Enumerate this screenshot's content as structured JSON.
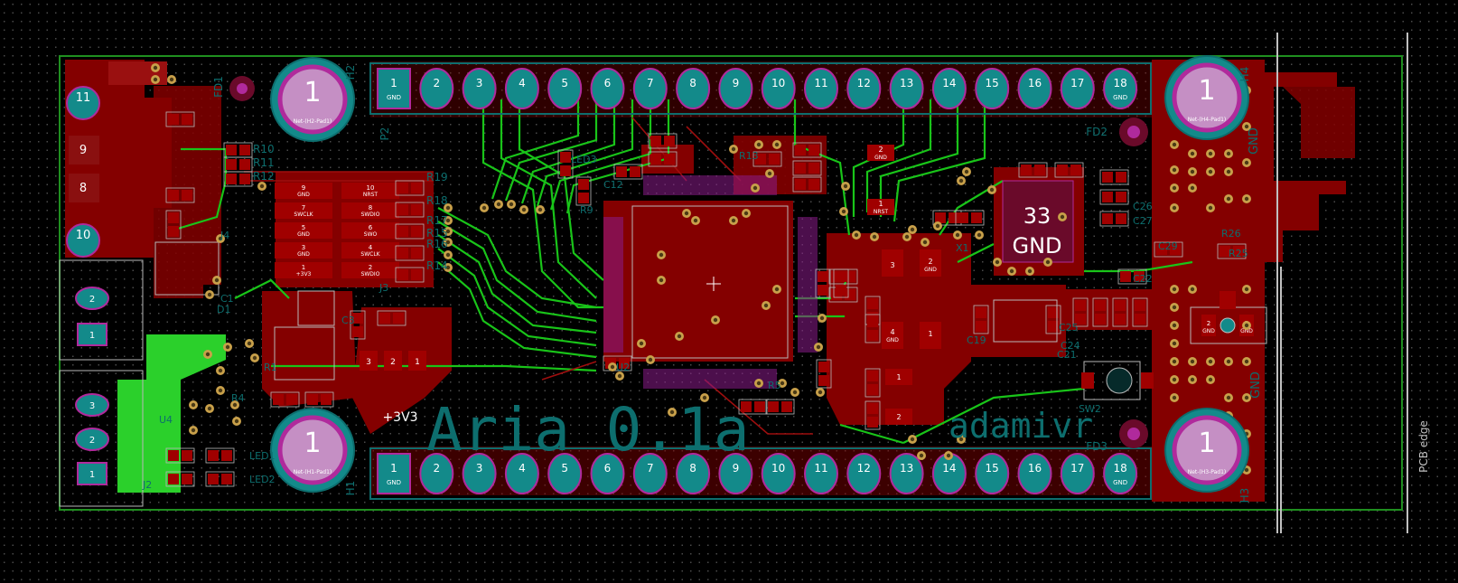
{
  "colors": {
    "background": "#000000",
    "board_outline": "#1f8f1f",
    "copper_top": "#840000",
    "copper_top_light": "#a00000",
    "copper_bottom_trace": "#19c419",
    "bottom_fill": "#2bd02b",
    "silkscreen": "#0d6e6e",
    "pad_teal": "#138a8a",
    "via_ring": "#c8a04a",
    "courtyard": "#b9b9b9",
    "pad_label": "#ffffff",
    "hole_ring": "#b02a9c",
    "keepout": "#c0c0c0"
  },
  "labels": {
    "board_text_main": "Aria 0.1a",
    "board_text_author": "adamivr",
    "pcb_edge": "PCB edge",
    "gnd_upper": "GND",
    "gnd_lower": "GND",
    "mcu_pad_number": "33",
    "mcu_pad_net": "GND"
  },
  "mounting_holes": [
    {
      "ref": "H2",
      "number": "1",
      "net": "Net-(H2-Pad1)"
    },
    {
      "ref": "H1",
      "number": "1",
      "net": "Net-(H1-Pad1)"
    },
    {
      "ref": "H4",
      "number": "1",
      "net": "Net-(H4-Pad1)"
    },
    {
      "ref": "H3",
      "number": "1",
      "net": "Net-(H3-Pad1)"
    }
  ],
  "fiducials": [
    "FD1",
    "FD2",
    "FD3"
  ],
  "header_top": {
    "ref": "P2",
    "pins": [
      "1",
      "2",
      "3",
      "4",
      "5",
      "6",
      "7",
      "8",
      "9",
      "10",
      "11",
      "12",
      "13",
      "14",
      "15",
      "16",
      "17",
      "18"
    ],
    "first_net": "GND",
    "last_net": "GND"
  },
  "header_bottom": {
    "ref": "H1",
    "pins": [
      "1",
      "2",
      "3",
      "4",
      "5",
      "6",
      "7",
      "8",
      "9",
      "10",
      "11",
      "12",
      "13",
      "14",
      "15",
      "16",
      "17",
      "18"
    ],
    "first_net": "GND",
    "last_net": "GND"
  },
  "left_pads": [
    "11",
    "9",
    "8",
    "10"
  ],
  "connector_j4_pins": [
    "2",
    "1"
  ],
  "connector_j2_pins": [
    "3",
    "2",
    "1"
  ],
  "button_pads": [
    {
      "n": "9",
      "net": "GND"
    },
    {
      "n": "10",
      "net": "NRST"
    },
    {
      "n": "7",
      "net": "SWCLK"
    },
    {
      "n": "8",
      "net": "SWDIO"
    },
    {
      "n": "5",
      "net": "GND"
    },
    {
      "n": "6",
      "net": "SWO"
    },
    {
      "n": "3",
      "net": "GND"
    },
    {
      "n": "4",
      "net": "SWCLK"
    },
    {
      "n": "1",
      "net": "+3V3"
    },
    {
      "n": "2",
      "net": "SWDIO"
    }
  ],
  "regulator_pads": [
    "3",
    "2",
    "1"
  ],
  "regulator_net": "+3V3",
  "resistor_refs_left": [
    "R10",
    "R11",
    "R12"
  ],
  "resistor_refs_right": [
    "R19",
    "R18",
    "R17",
    "R16",
    "R15",
    "R14"
  ],
  "passive_refs": [
    "C1",
    "D1",
    "C3",
    "U2",
    "LED3",
    "R9",
    "C12",
    "R13",
    "X1",
    "C19",
    "C24",
    "C26",
    "C27",
    "C22",
    "C29",
    "R26",
    "R25",
    "SW2",
    "LED1",
    "LED2",
    "R1",
    "U4",
    "J4",
    "J2",
    "J3",
    "R4",
    "R5",
    "C25",
    "C21"
  ],
  "cap_pads": [
    {
      "n": "2",
      "net": "GND"
    },
    {
      "n": "1",
      "net": "NRST"
    },
    {
      "n": "3",
      "net": ""
    },
    {
      "n": "2",
      "net": "GND"
    },
    {
      "n": "4",
      "net": "GND"
    },
    {
      "n": "1",
      "net": ""
    },
    {
      "n": "1",
      "net": ""
    },
    {
      "n": "2",
      "net": ""
    }
  ],
  "antenna_pads": [
    {
      "n": "2",
      "net": "GND"
    },
    {
      "n": "2",
      "net": "GND"
    }
  ]
}
